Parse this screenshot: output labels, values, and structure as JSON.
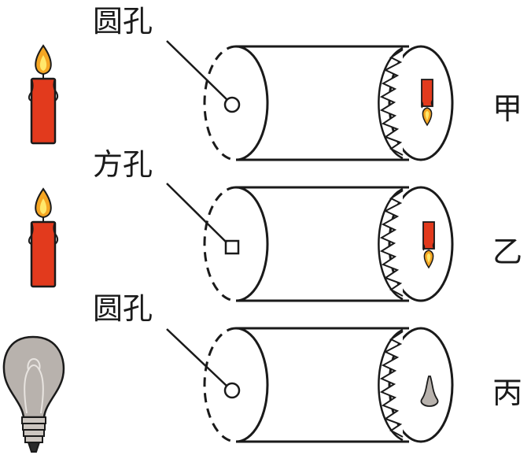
{
  "rows": [
    {
      "hole_label": "圆孔",
      "hole_shape": "circle",
      "source": "candle",
      "image": "inverted-candle",
      "row_label": "甲"
    },
    {
      "hole_label": "方孔",
      "hole_shape": "square",
      "source": "candle",
      "image": "inverted-candle",
      "row_label": "乙"
    },
    {
      "hole_label": "圆孔",
      "hole_shape": "circle",
      "source": "bulb",
      "image": "inverted-bulb",
      "row_label": "丙"
    }
  ],
  "colors": {
    "candle_body": "#e23a1d",
    "flame_outer": "#f5a623",
    "flame_inner": "#ffe86b",
    "bulb_glass": "#b8b2ad",
    "outline": "#1a1a1a"
  }
}
